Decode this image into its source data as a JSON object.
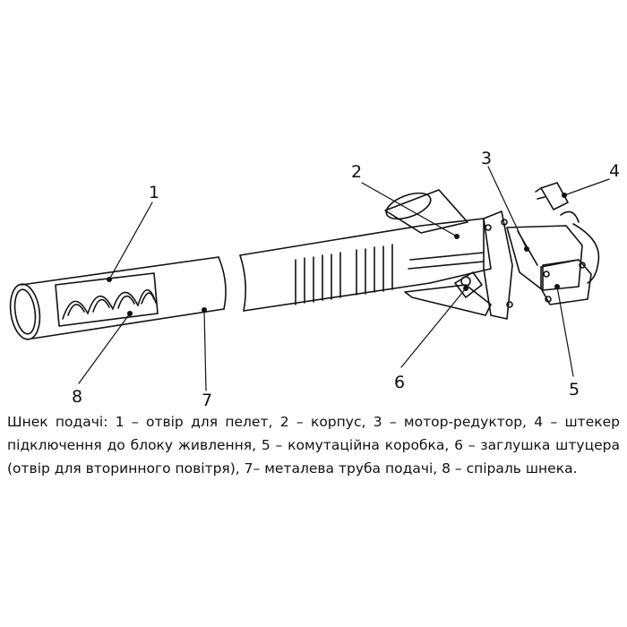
{
  "callouts": {
    "n1": "1",
    "n2": "2",
    "n3": "3",
    "n4": "4",
    "n5": "5",
    "n6": "6",
    "n7": "7",
    "n8": "8"
  },
  "caption": {
    "line1": "Шнек подачі: 1 – отвір для пелет, 2 – корпус, 3 – мотор-редуктор, 4 – штекер",
    "line2": "підключення до блоку живлення, 5 – комутаційна коробка, 6 – заглушка штуцера",
    "line3": "(отвір для вторинного повітря), 7– металева труба подачі, 8 – спіраль шнека."
  }
}
